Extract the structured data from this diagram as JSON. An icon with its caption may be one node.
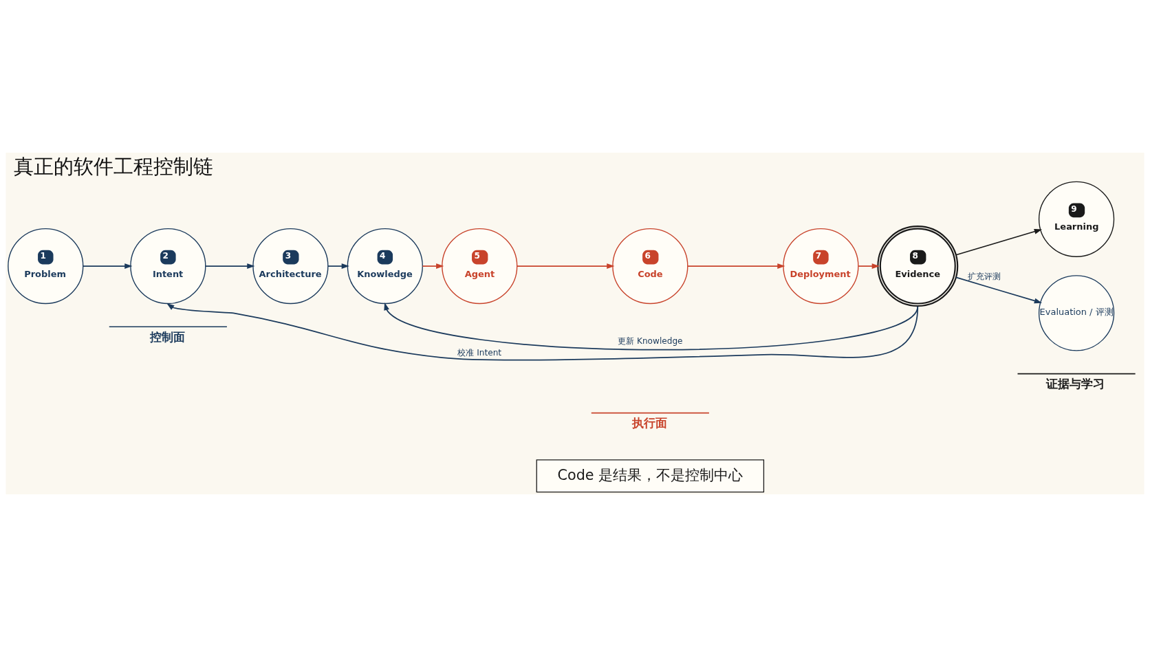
{
  "diagram": {
    "title": "真正的软件工程控制链",
    "nodes": [
      {
        "text": [
          "1",
          "Problem"
        ]
      },
      {
        "text": [
          "2",
          "Intent"
        ]
      },
      {
        "text": [
          "3",
          "Architecture"
        ]
      },
      {
        "text": [
          "4",
          "Knowledge"
        ]
      },
      {
        "text": [
          "5",
          "Agent"
        ]
      },
      {
        "text": [
          "6",
          "Code"
        ]
      },
      {
        "text": [
          "7",
          "Deployment"
        ]
      },
      {
        "text": [
          "8",
          "Evidence"
        ]
      },
      {
        "text": [
          "9",
          "Learning"
        ]
      },
      {
        "text": [
          "Evaluation / 评测"
        ]
      },
      {
        "text": [
          "Code 是结果，不是控制中心"
        ]
      }
    ],
    "edges": [
      {
        "from": 0,
        "to": 1,
        "arrow": "to"
      },
      {
        "from": 1,
        "to": 2,
        "arrow": "to"
      },
      {
        "from": 2,
        "to": 3,
        "arrow": "to"
      },
      {
        "from": 3,
        "to": 4,
        "arrow": "to",
        "color": "#c8432b"
      },
      {
        "from": 4,
        "to": 5,
        "arrow": "to",
        "color": "#c8432b"
      },
      {
        "from": 5,
        "to": 6,
        "arrow": "to",
        "color": "#c8432b"
      },
      {
        "from": 6,
        "to": 7,
        "arrow": "to",
        "color": "#c8432b"
      },
      {
        "from": 7,
        "to": 8,
        "arrow": "to",
        "color": "#1a1a1a"
      },
      {
        "from": 7,
        "to": 3,
        "arrow": "to",
        "label": "更新 Knowledge"
      },
      {
        "from": 7,
        "to": 1,
        "arrow": "to",
        "label": "校准 Intent"
      },
      {
        "from": 7,
        "to": 9,
        "arrow": "to",
        "label": "扩充评测"
      }
    ],
    "labels": [
      "控制面",
      "执行面",
      "证据与学习"
    ]
  }
}
